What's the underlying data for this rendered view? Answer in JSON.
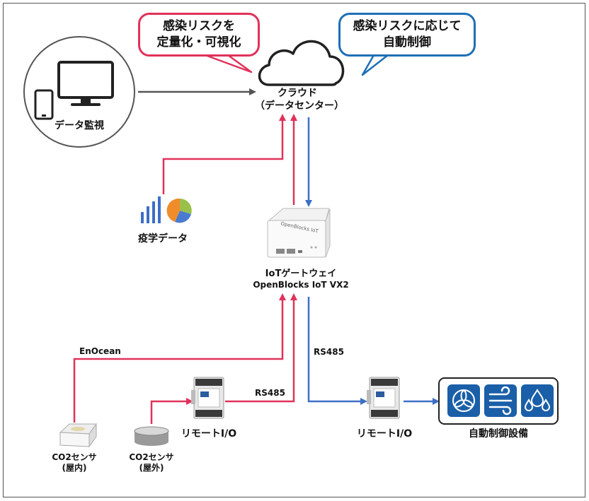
{
  "bubbles": {
    "left": [
      "感染リスクを",
      "定量化・可視化"
    ],
    "right": [
      "感染リスクに応じて",
      "自動制御"
    ]
  },
  "labels": {
    "cloud": "クラウド",
    "cloud_sub": "（データセンター）",
    "monitor": "データ監視",
    "epidemic": "疫学データ",
    "gateway": "IoTゲートウェイ",
    "gateway_model": "OpenBlocks IoT VX2",
    "device_brand": "OpenBlocks IoT",
    "enocean": "EnOcean",
    "rs485_left": "RS485",
    "rs485_right": "RS485",
    "remote_io_left": "リモートI/O",
    "remote_io_right": "リモートI/O",
    "co2_indoor": [
      "CO2センサ",
      "(屋内)"
    ],
    "co2_outdoor": [
      "CO2センサ",
      "(屋外)"
    ],
    "auto_control": "自動制御設備"
  },
  "icons": [
    "monitor-icon",
    "tablet-icon",
    "cloud-icon",
    "bar-chart-icon",
    "pie-chart-icon",
    "gateway-device-icon",
    "remote-io-icon",
    "co2-sensor-indoor-icon",
    "co2-sensor-outdoor-icon",
    "fan-icon",
    "wind-icon",
    "water-drops-icon"
  ],
  "colors": {
    "upstream": "#e0325a",
    "downstream": "#3d6fc6",
    "neutral": "#555555",
    "bubble_left": "#e0325a",
    "bubble_right": "#1f6fb5",
    "control_tile": "#1a5fa8"
  }
}
